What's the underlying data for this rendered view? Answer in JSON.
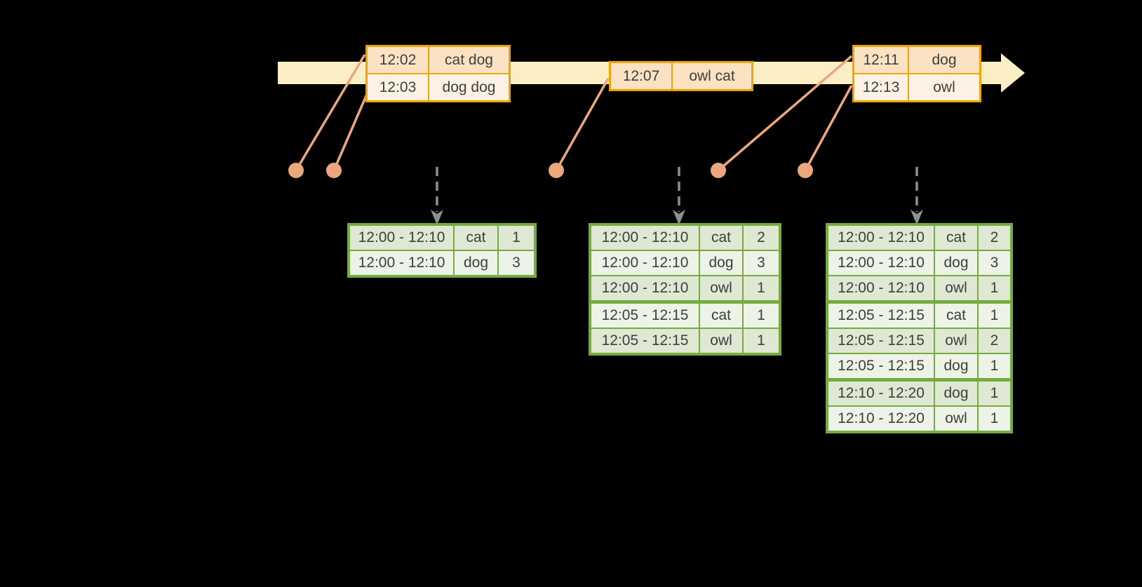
{
  "colors": {
    "background": "#000000",
    "timeline_band": "#FBEEC5",
    "event_border": "#F0A400",
    "event_row_dark": "#FAE2C3",
    "event_row_light": "#FDF2E3",
    "connector": "#EDA77C",
    "result_border": "#76AB3F",
    "result_row_dark": "#DEE8D2",
    "result_row_light": "#EEF3E7",
    "arrow_gray": "#8F8F8F",
    "text": "#3E3E3E"
  },
  "event_tables": [
    {
      "rows": [
        {
          "time": "12:02",
          "words": "cat dog"
        },
        {
          "time": "12:03",
          "words": "dog dog"
        }
      ]
    },
    {
      "rows": [
        {
          "time": "12:07",
          "words": "owl cat"
        }
      ]
    },
    {
      "rows": [
        {
          "time": "12:11",
          "words": "dog"
        },
        {
          "time": "12:13",
          "words": "owl"
        }
      ]
    }
  ],
  "result_tables": [
    {
      "rows": [
        {
          "window": "12:00 - 12:10",
          "word": "cat",
          "count": "1"
        },
        {
          "window": "12:00 - 12:10",
          "word": "dog",
          "count": "3"
        }
      ]
    },
    {
      "rows": [
        {
          "window": "12:00 - 12:10",
          "word": "cat",
          "count": "2"
        },
        {
          "window": "12:00 - 12:10",
          "word": "dog",
          "count": "3"
        },
        {
          "window": "12:00 - 12:10",
          "word": "owl",
          "count": "1"
        },
        {
          "window": "12:05 - 12:15",
          "word": "cat",
          "count": "1",
          "group_start": true
        },
        {
          "window": "12:05 - 12:15",
          "word": "owl",
          "count": "1"
        }
      ]
    },
    {
      "rows": [
        {
          "window": "12:00 - 12:10",
          "word": "cat",
          "count": "2"
        },
        {
          "window": "12:00 - 12:10",
          "word": "dog",
          "count": "3"
        },
        {
          "window": "12:00 - 12:10",
          "word": "owl",
          "count": "1"
        },
        {
          "window": "12:05 - 12:15",
          "word": "cat",
          "count": "1",
          "group_start": true
        },
        {
          "window": "12:05 - 12:15",
          "word": "owl",
          "count": "2"
        },
        {
          "window": "12:05 - 12:15",
          "word": "dog",
          "count": "1"
        },
        {
          "window": "12:10 - 12:20",
          "word": "dog",
          "count": "1",
          "group_start": true
        },
        {
          "window": "12:10 - 12:20",
          "word": "owl",
          "count": "1"
        }
      ]
    }
  ]
}
